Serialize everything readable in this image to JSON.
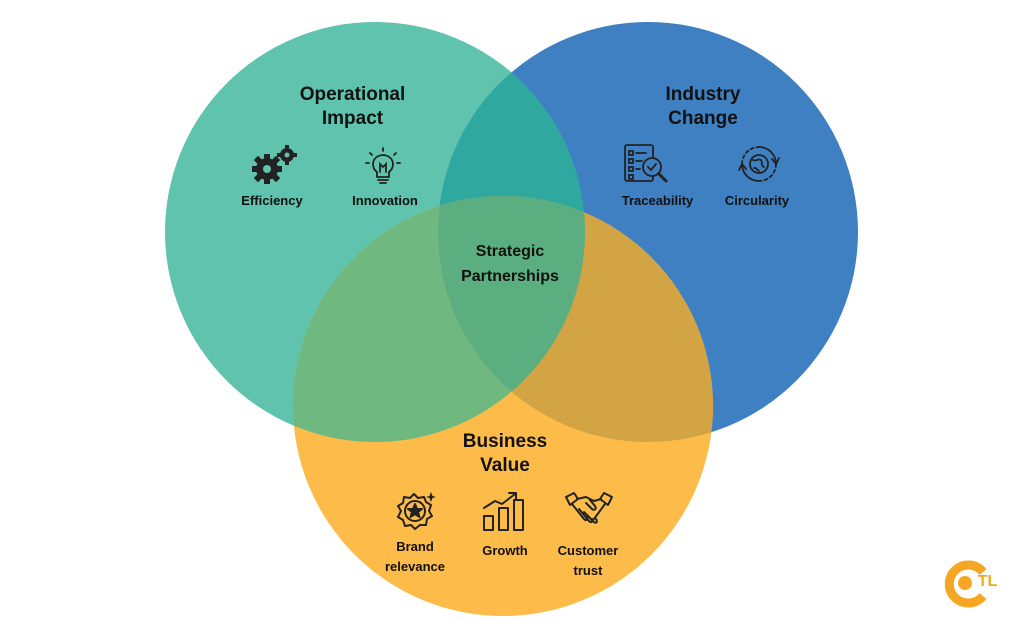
{
  "diagram": {
    "circles": [
      {
        "name": "Operational Impact",
        "color": "#5fc3ad"
      },
      {
        "name": "Industry Change",
        "color": "#3f80c2"
      },
      {
        "name": "Business Value",
        "color": "#fdbc4a"
      }
    ],
    "overlap_colors": {
      "operational_industry": "#2fa8a0",
      "operational_business": "#6fb87f",
      "industry_business": "#d2a444",
      "center": "#5aae80"
    }
  },
  "operational": {
    "title_line1": "Operational",
    "title_line2": "Impact",
    "items": [
      {
        "label": "Efficiency",
        "icon": "gears-icon"
      },
      {
        "label": "Innovation",
        "icon": "lightbulb-icon"
      }
    ]
  },
  "industry": {
    "title_line1": "Industry",
    "title_line2": "Change",
    "items": [
      {
        "label": "Traceability",
        "icon": "checklist-magnifier-icon"
      },
      {
        "label": "Circularity",
        "icon": "recycle-globe-icon"
      }
    ]
  },
  "center": {
    "line1": "Strategic",
    "line2": "Partnerships"
  },
  "business": {
    "title_line1": "Business",
    "title_line2": "Value",
    "items": [
      {
        "label_line1": "Brand",
        "label_line2": "relevance",
        "icon": "star-badge-icon"
      },
      {
        "label_line1": "Growth",
        "label_line2": "",
        "icon": "growth-chart-icon"
      },
      {
        "label_line1": "Customer",
        "label_line2": "trust",
        "icon": "handshake-icon"
      }
    ]
  },
  "logo": {
    "text": "TL",
    "color": "#f5a623"
  }
}
